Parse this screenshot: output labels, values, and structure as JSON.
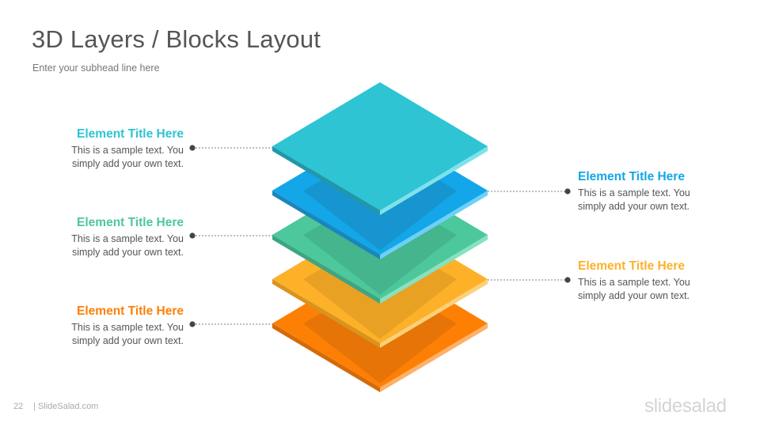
{
  "header": {
    "title": "3D Layers / Blocks Layout",
    "subhead": "Enter your subhead  line here"
  },
  "layers": [
    {
      "name": "top",
      "top": "#2EC4D3",
      "edge": "#7FE2EA",
      "shadow": "#2397A8"
    },
    {
      "name": "second",
      "top": "#13A6E8",
      "edge": "#6ED0F8",
      "shadow": "#1A86BC"
    },
    {
      "name": "third",
      "top": "#4CC89C",
      "edge": "#86E2C0",
      "shadow": "#3EA582"
    },
    {
      "name": "fourth",
      "top": "#FDB128",
      "edge": "#FDD07A",
      "shadow": "#D99420"
    },
    {
      "name": "bottom",
      "top": "#FD8005",
      "edge": "#FDB16A",
      "shadow": "#D46A08"
    }
  ],
  "callouts": [
    {
      "title": "Element Title Here",
      "text1": "This is a sample text. You",
      "text2": "simply add your own text.",
      "color": "#2EC4D3"
    },
    {
      "title": "Element Title Here",
      "text1": "This is a sample text. You",
      "text2": "simply add your own text.",
      "color": "#13A6E8"
    },
    {
      "title": "Element Title Here",
      "text1": "This is a sample text. You",
      "text2": "simply add your own text.",
      "color": "#4CC89C"
    },
    {
      "title": "Element Title Here",
      "text1": "This is a sample text. You",
      "text2": "simply add your own text.",
      "color": "#FDB128"
    },
    {
      "title": "Element Title Here",
      "text1": "This is a sample text. You",
      "text2": "simply add your own text.",
      "color": "#FD8005"
    }
  ],
  "footer": {
    "page_number": "22",
    "site": "| SlideSalad.com",
    "brand": "slidesalad"
  }
}
